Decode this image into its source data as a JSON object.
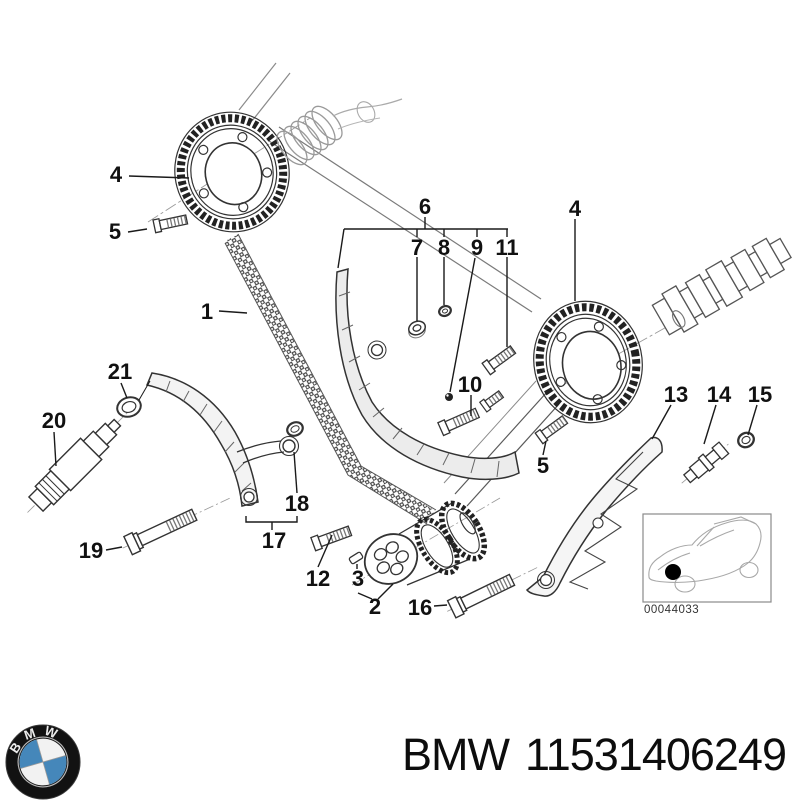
{
  "page": {
    "background": "#ffffff"
  },
  "diagram": {
    "image_code": "00044033",
    "callouts": [
      "4",
      "5",
      "1",
      "21",
      "20",
      "19",
      "18",
      "17",
      "12",
      "3",
      "2",
      "16",
      "6",
      "7",
      "8",
      "9",
      "11",
      "10",
      "4",
      "5",
      "13",
      "14",
      "15"
    ]
  },
  "footer": {
    "brand": "BMW",
    "part_number": "11531406249",
    "logo_letters": "BMW"
  },
  "colors": {
    "line": "#2b2b2b",
    "light_line": "#999999",
    "logo_black": "#121212",
    "logo_blue": "#4587ba",
    "paper": "#ffffff"
  }
}
